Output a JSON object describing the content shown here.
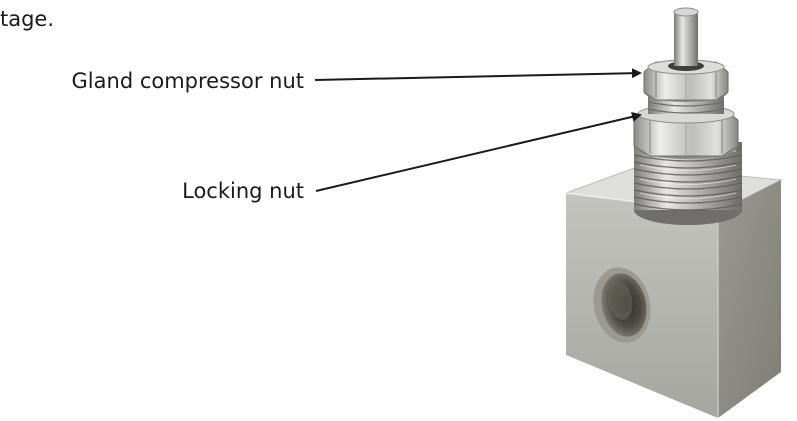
{
  "text_fragment": "tage.",
  "labels": {
    "gland_nut": "Gland compressor nut",
    "locking_nut": "Locking nut"
  },
  "colors": {
    "steel_light": "#e2e2e2",
    "steel_mid": "#a8a8a8",
    "steel_dark": "#6c6c6c",
    "block_front": "#b4b4ae",
    "block_side": "#8e8e86",
    "block_top": "#dcdcd8",
    "text": "#1a1a1a"
  }
}
